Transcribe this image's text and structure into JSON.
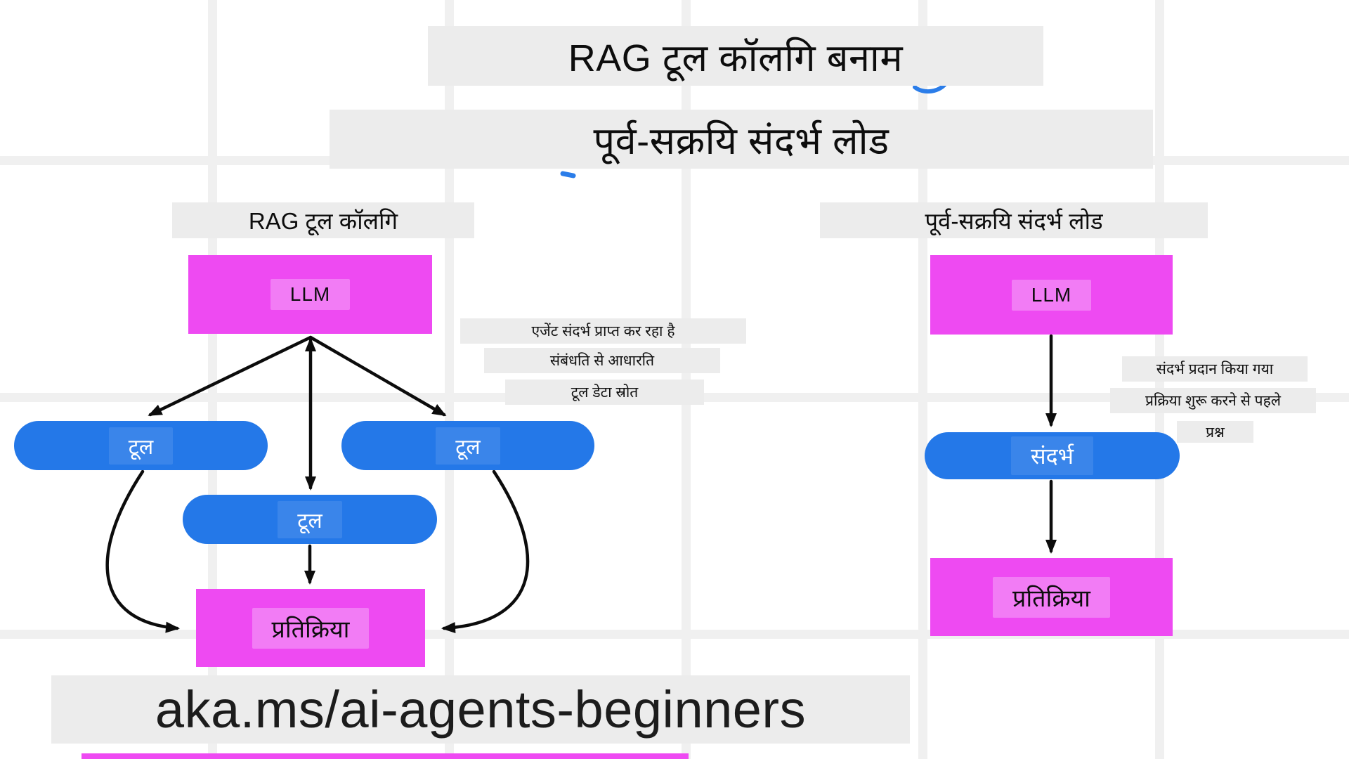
{
  "title": {
    "line1": "RAG टूल कॉलगि बनाम",
    "line2": "पूर्व-सक्रयि संदर्भ लोड"
  },
  "left_panel": {
    "header": "RAG टूल कॉलगि",
    "llm_label": "LLM",
    "tools": [
      "टूल",
      "टूल",
      "टूल"
    ],
    "response_label": "प्रतिक्रिया",
    "annotations": [
      "एजेंट संदर्भ प्राप्त कर रहा है",
      "संबंधति से आधारति",
      "टूल डेटा स्रोत"
    ]
  },
  "right_panel": {
    "header": "पूर्व-सक्रयि संदर्भ लोड",
    "llm_label": "LLM",
    "context_label": "संदर्भ",
    "response_label": "प्रतिक्रिया",
    "annotations": [
      "संदर्भ प्रदान किया गया",
      "प्रक्रिया शुरू करने से पहले",
      "प्रश्न"
    ]
  },
  "footer": {
    "link_text": "aka.ms/ai-agents-beginners"
  },
  "colors": {
    "node_magenta": "#ee4af2",
    "node_blue": "#2478e8",
    "pen_blue": "#2b7de9",
    "highlight_gray": "#ececec",
    "grid_gray": "#f0f0f0",
    "arrow_black": "#0c0c0c"
  }
}
